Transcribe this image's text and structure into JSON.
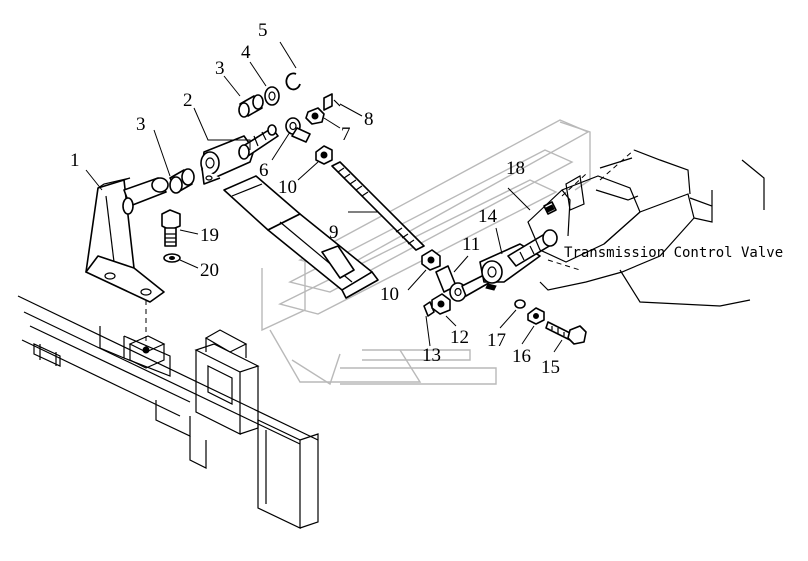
{
  "callouts": {
    "c1": "1",
    "c2": "2",
    "c3a": "3",
    "c3b": "3",
    "c4": "4",
    "c5": "5",
    "c6": "6",
    "c7": "7",
    "c8": "8",
    "c9": "9",
    "c10a": "10",
    "c10b": "10",
    "c11": "11",
    "c12": "12",
    "c13": "13",
    "c14": "14",
    "c15": "15",
    "c16": "16",
    "c17": "17",
    "c18": "18",
    "c19": "19",
    "c20": "20"
  },
  "captions": {
    "valve": "Transmission Control Valve"
  },
  "colors": {
    "line": "#000000",
    "watermark": "#b9b9b9",
    "background": "#ffffff"
  }
}
